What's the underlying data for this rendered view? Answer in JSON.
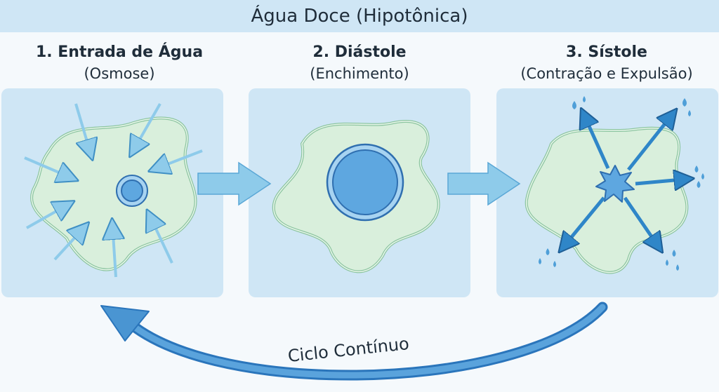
{
  "banner": {
    "title": "Água Doce (Hipotônica)"
  },
  "stages": [
    {
      "title": "1. Entrada de Água",
      "subtitle": "(Osmose)"
    },
    {
      "title": "2. Diástole",
      "subtitle": "(Enchimento)"
    },
    {
      "title": "3. Sístole",
      "subtitle": "(Contração e Expulsão)"
    }
  ],
  "cycle": {
    "label": "Ciclo Contínuo"
  },
  "colors": {
    "banner": "#cfe6f5",
    "panel": "#cfe6f5",
    "cell_fill": "#d9efdc",
    "cell_stroke": "#8cc5a0",
    "vacuole": "#5ea7e0",
    "arrow_light": "#8ecbea",
    "arrow_dark": "#2f86c8"
  }
}
